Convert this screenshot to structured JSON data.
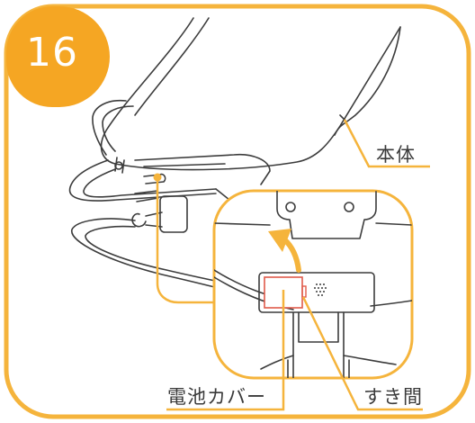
{
  "step": {
    "number": "16"
  },
  "labels": {
    "body": "本体",
    "battery_cover": "電池カバー",
    "gap": "すき間"
  },
  "colors": {
    "frame": "#f5b43c",
    "badge": "#f5a623",
    "line": "#3c3c3c",
    "highlight": "#e05a4a"
  }
}
